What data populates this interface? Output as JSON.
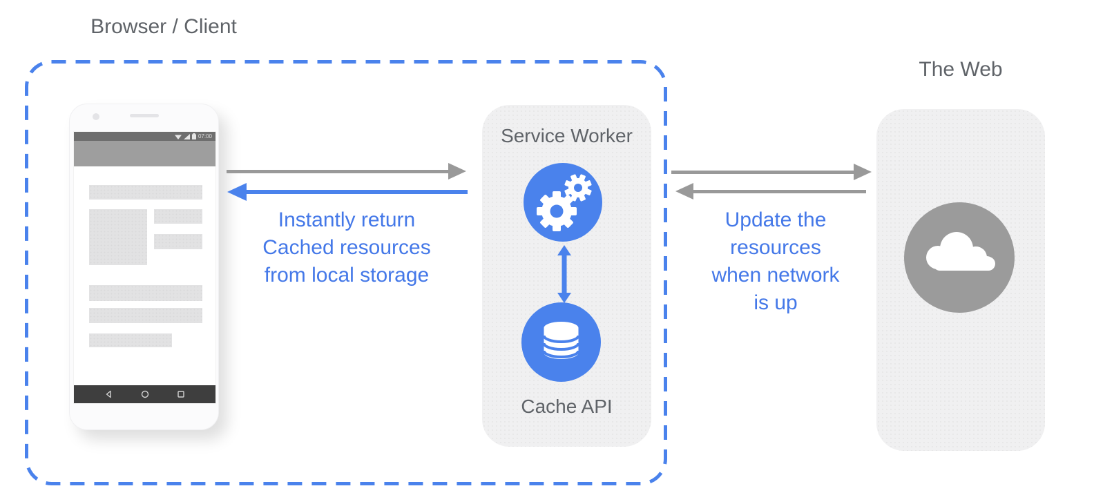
{
  "labels": {
    "browser_client": "Browser / Client",
    "the_web": "The Web"
  },
  "service_worker_card": {
    "title": "Service Worker",
    "cache_label": "Cache API"
  },
  "left_note": {
    "lines": [
      "Instantly return",
      "Cached resources",
      "from local storage"
    ]
  },
  "right_note": {
    "lines": [
      "Update the",
      "resources",
      "when network",
      "is up"
    ]
  },
  "phone": {
    "status_time": "07:00"
  },
  "icons": [
    "gears-icon",
    "database-icon",
    "cloud-icon",
    "wifi-icon",
    "signal-icon",
    "battery-icon",
    "back-icon",
    "home-icon",
    "recents-icon"
  ],
  "colors": {
    "accent_blue": "#4a82ec",
    "note_text_blue": "#4478e8",
    "arrow_gray": "#999999",
    "label_gray": "#5f6368",
    "card_fill": "#f0f0f1",
    "cloud_circle_gray": "#9b9b9b",
    "status_bar": "#6e6e6e",
    "app_bar": "#9e9e9e",
    "nav_bar": "#3e3e3e",
    "placeholder_block": "#e2e2e3"
  }
}
